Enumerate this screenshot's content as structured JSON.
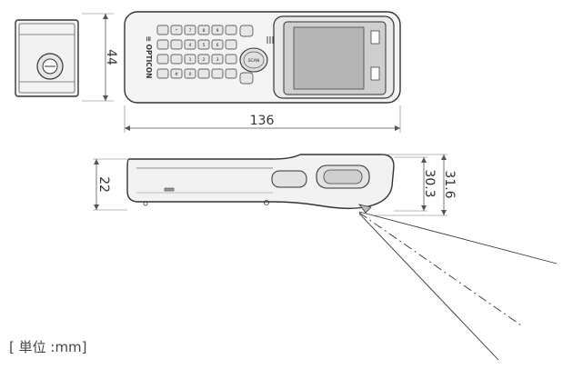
{
  "dimensions": {
    "side_height": "44",
    "total_length": "136",
    "body_thickness": "22",
    "height_front": "31.6",
    "height_front_inner": "30.3"
  },
  "brand": "≡ OPTICON",
  "scan_key_label": "SCAN",
  "unit_label": "[ 単位 :mm]",
  "keys": [
    "7",
    "8",
    "9",
    "4",
    "5",
    "6",
    "1",
    "2",
    "3",
    "0",
    "*",
    "#"
  ]
}
